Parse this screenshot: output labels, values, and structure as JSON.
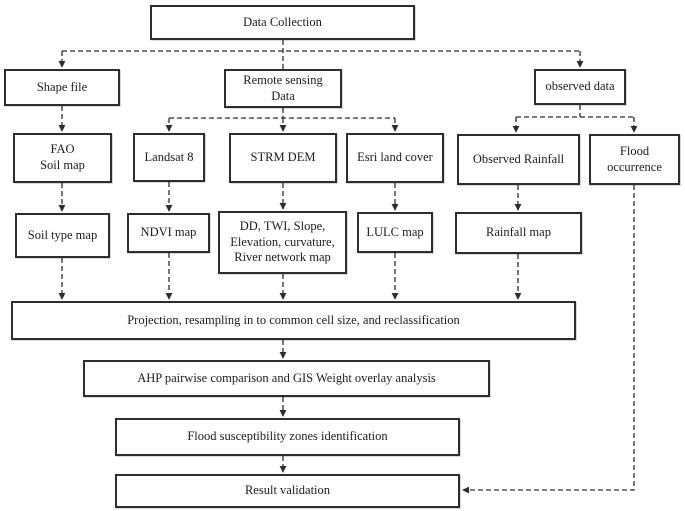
{
  "figure": {
    "type": "flowchart",
    "title": "Data collection and flood susceptibility analysis workflow"
  },
  "colors": {
    "background": "#ffffff",
    "box_border": "#2e2e2e",
    "text": "#1c1c1c",
    "connector": "#2e2e2e"
  },
  "nodes": {
    "data_collection": "Data Collection",
    "shape_file": "Shape file",
    "remote_sensing": "Remote sensing\nData",
    "observed_data": "observed data",
    "fao_soil_map": "FAO\nSoil map",
    "landsat_8": "Landsat 8",
    "strm_dem": "STRM DEM",
    "esri_land_cover": "Esri land cover",
    "observed_rainfall": "Observed Rainfall",
    "flood_occurrence": "Flood\noccurrence",
    "soil_type_map": "Soil type map",
    "ndvi_map": "NDVI map",
    "derived_maps": "DD, TWI, Slope,\nElevation, curvature,\nRiver network map",
    "lulc_map": "LULC map",
    "rainfall_map": "Rainfall map",
    "projection": "Projection, resampling in to common cell size, and reclassification",
    "ahp": "AHP pairwise comparison and GIS Weight overlay analysis",
    "flood_zones": "Flood susceptibility zones identification",
    "result_validation": "Result validation"
  },
  "edges": [
    {
      "from": "data_collection",
      "to": "shape_file",
      "style": "dashed-arrow"
    },
    {
      "from": "data_collection",
      "to": "remote_sensing",
      "style": "dashed"
    },
    {
      "from": "data_collection",
      "to": "observed_data",
      "style": "dashed-arrow"
    },
    {
      "from": "shape_file",
      "to": "fao_soil_map",
      "style": "dashed-arrow"
    },
    {
      "from": "remote_sensing",
      "to": "landsat_8",
      "style": "dashed-arrow"
    },
    {
      "from": "remote_sensing",
      "to": "strm_dem",
      "style": "dashed-arrow"
    },
    {
      "from": "remote_sensing",
      "to": "esri_land_cover",
      "style": "dashed-arrow"
    },
    {
      "from": "observed_data",
      "to": "observed_rainfall",
      "style": "dashed-arrow"
    },
    {
      "from": "observed_data",
      "to": "flood_occurrence",
      "style": "dashed-arrow"
    },
    {
      "from": "fao_soil_map",
      "to": "soil_type_map",
      "style": "dashed-arrow"
    },
    {
      "from": "landsat_8",
      "to": "ndvi_map",
      "style": "dashed-arrow"
    },
    {
      "from": "strm_dem",
      "to": "derived_maps",
      "style": "dashed-arrow"
    },
    {
      "from": "esri_land_cover",
      "to": "lulc_map",
      "style": "dashed-arrow"
    },
    {
      "from": "observed_rainfall",
      "to": "rainfall_map",
      "style": "dashed-arrow"
    },
    {
      "from": "soil_type_map",
      "to": "projection",
      "style": "dashed-arrow"
    },
    {
      "from": "ndvi_map",
      "to": "projection",
      "style": "dashed-arrow"
    },
    {
      "from": "derived_maps",
      "to": "projection",
      "style": "dashed-arrow"
    },
    {
      "from": "lulc_map",
      "to": "projection",
      "style": "dashed-arrow"
    },
    {
      "from": "rainfall_map",
      "to": "projection",
      "style": "dashed-arrow"
    },
    {
      "from": "projection",
      "to": "ahp",
      "style": "dashed-arrow"
    },
    {
      "from": "ahp",
      "to": "flood_zones",
      "style": "dashed-arrow"
    },
    {
      "from": "flood_zones",
      "to": "result_validation",
      "style": "dashed-arrow"
    },
    {
      "from": "flood_occurrence",
      "to": "result_validation",
      "style": "dashed-arrow"
    }
  ]
}
